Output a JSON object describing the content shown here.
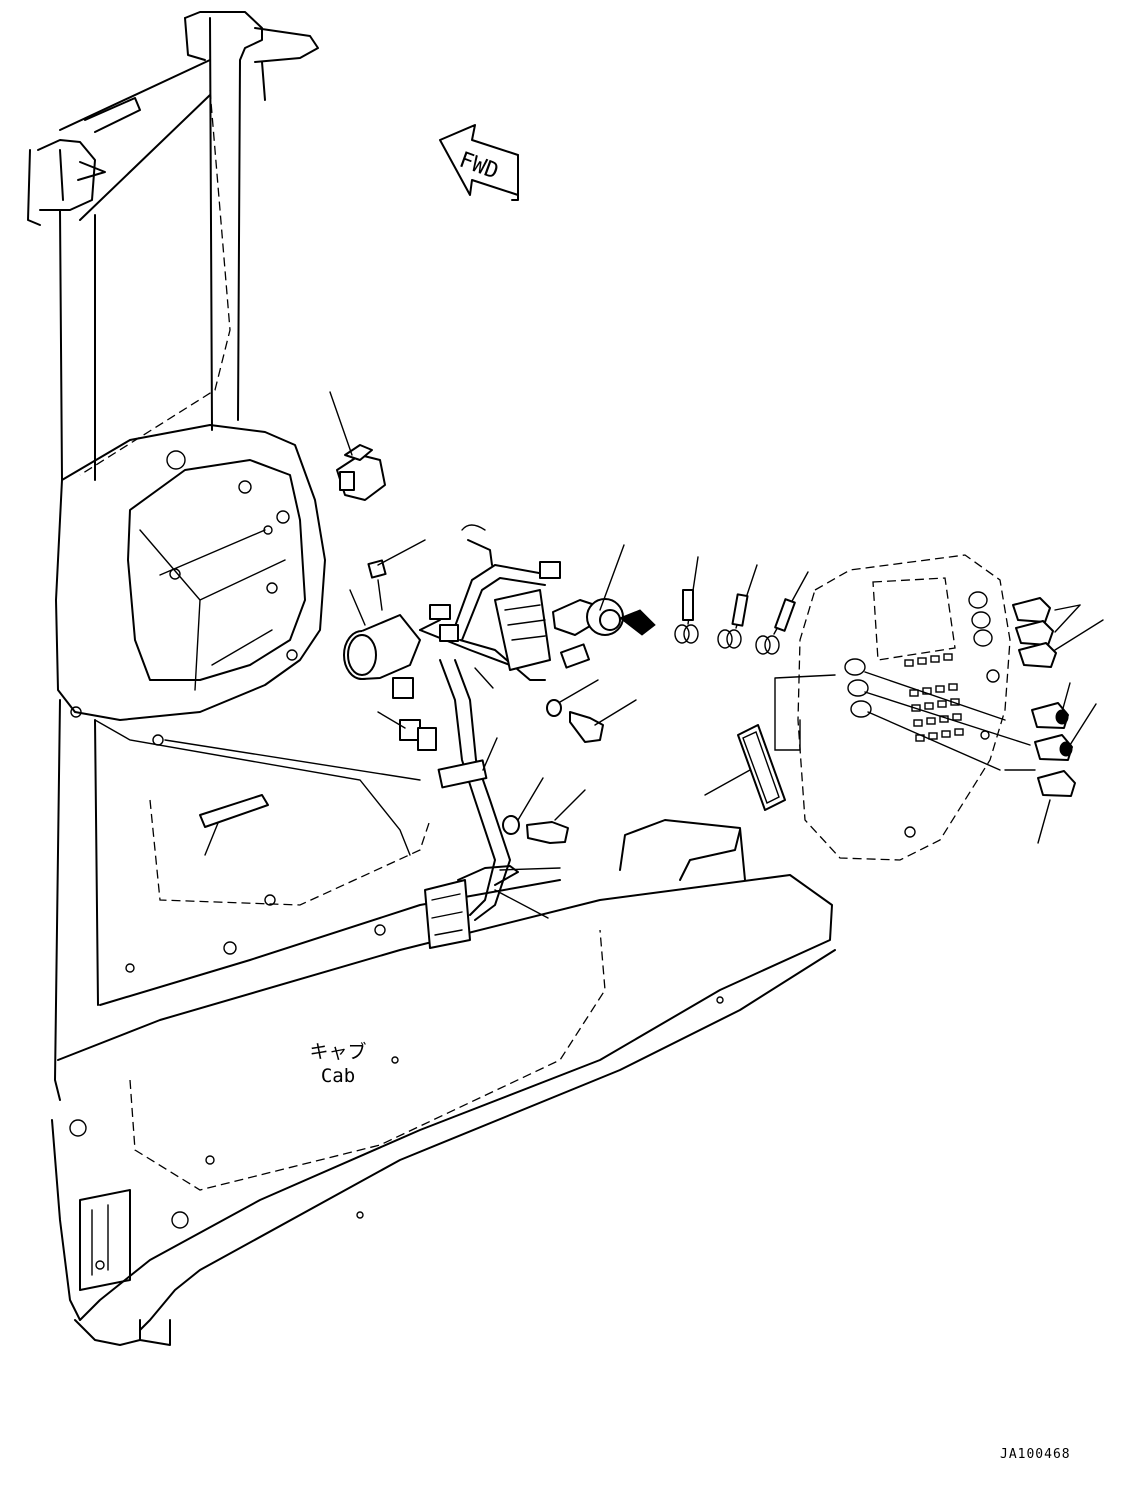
{
  "direction_marker": {
    "text": "FWD"
  },
  "cab_label": {
    "japanese": "キャブ",
    "english": "Cab"
  },
  "drawing_number": "JA100468",
  "colors": {
    "line": "#000000",
    "background": "#ffffff"
  }
}
